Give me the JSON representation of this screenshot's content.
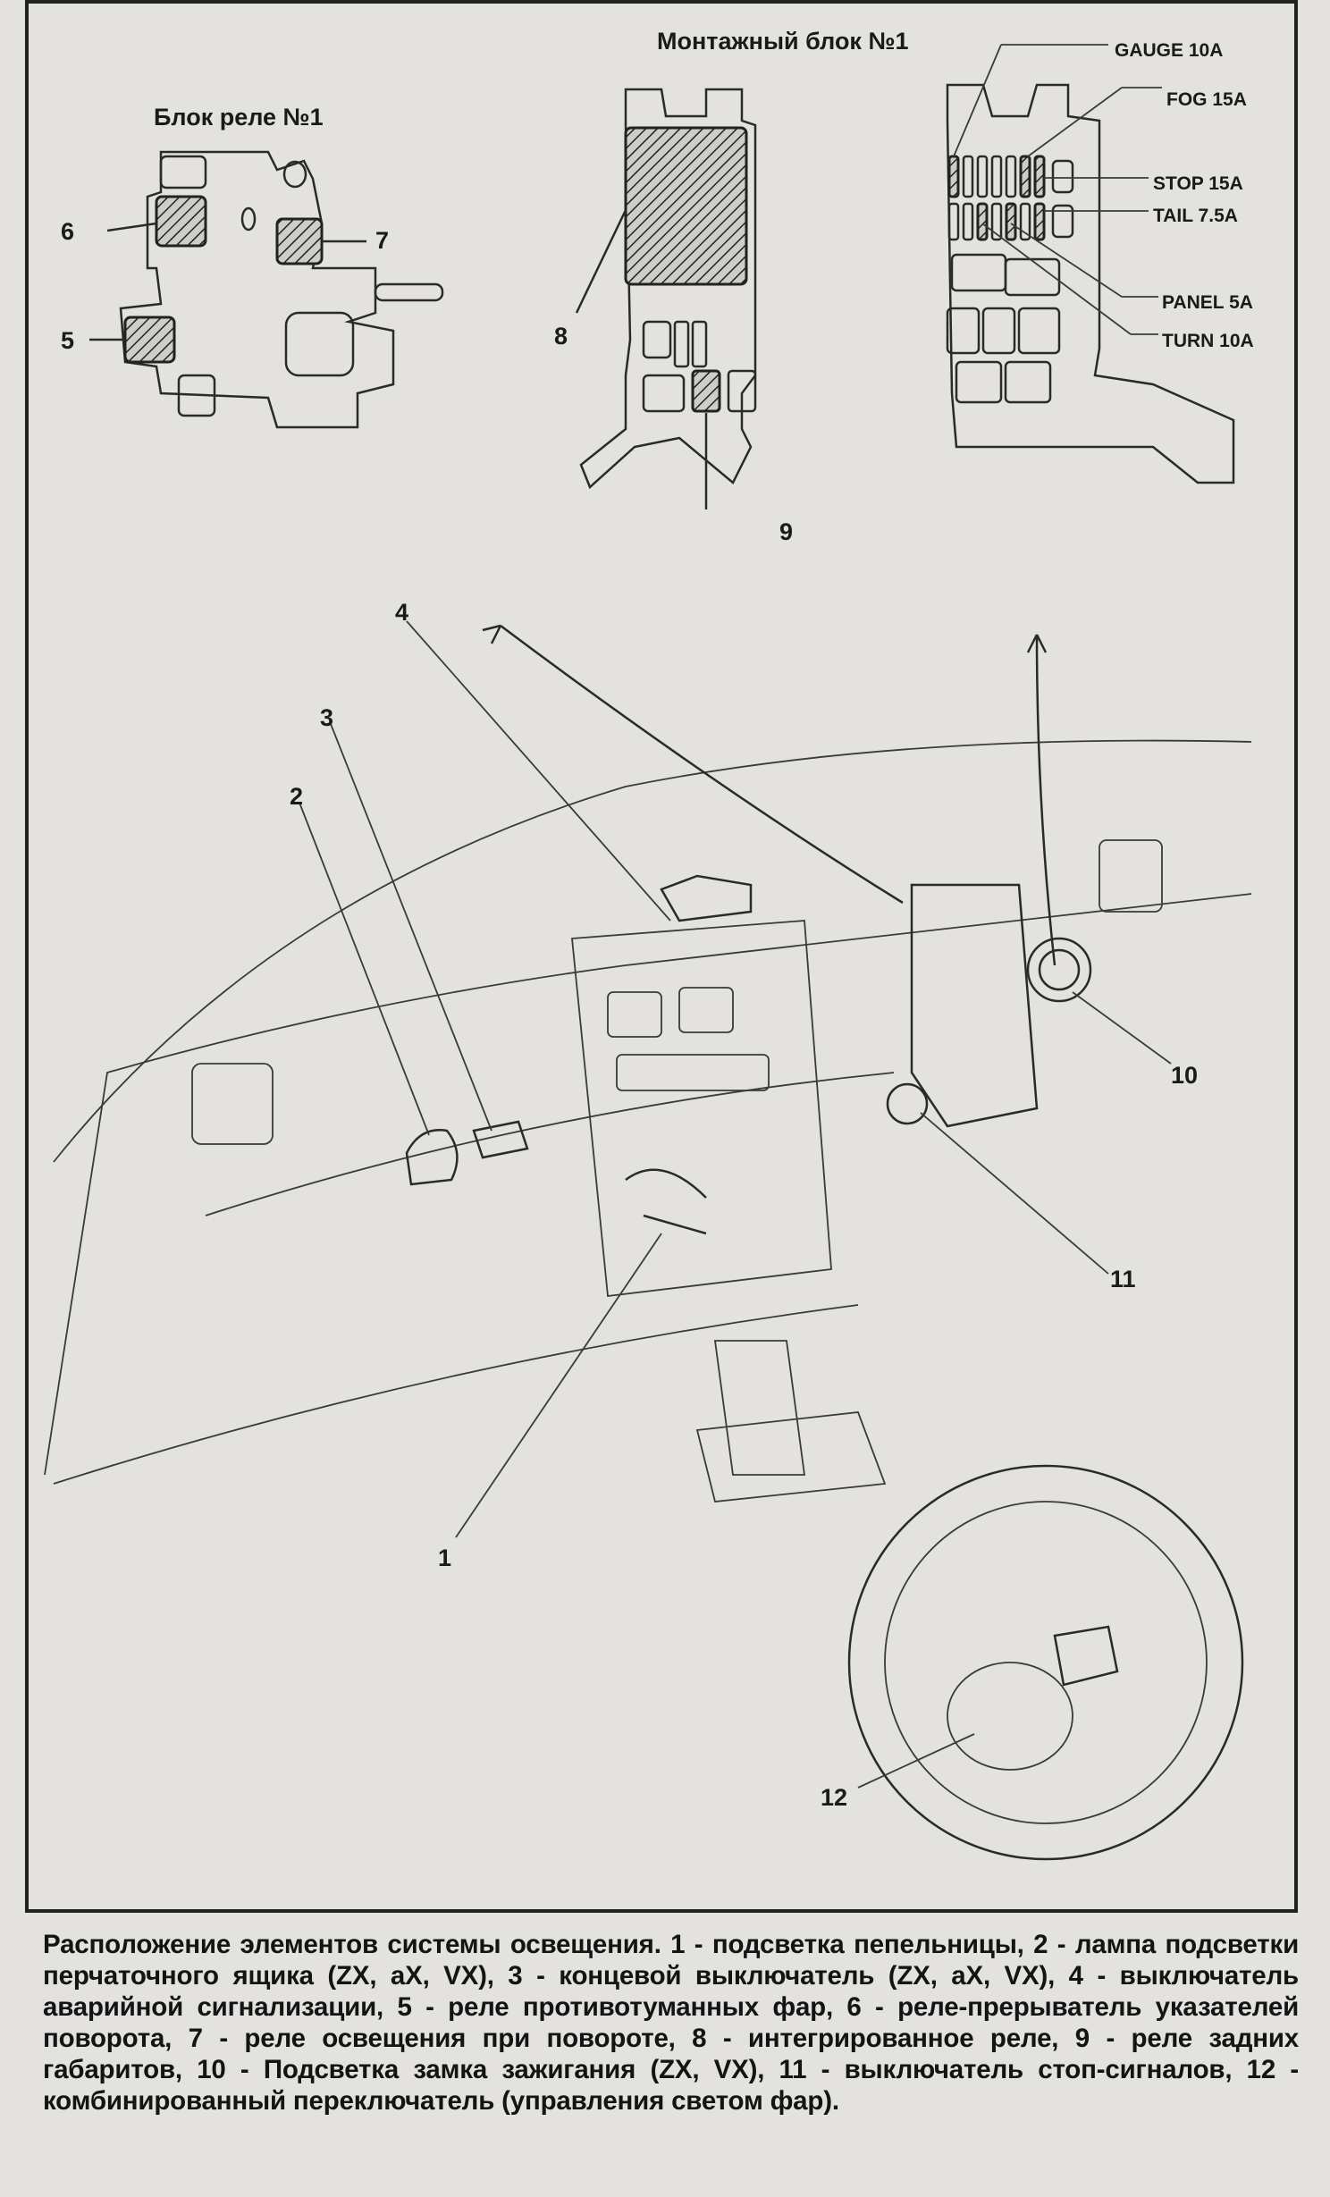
{
  "relay_block": {
    "title": "Блок реле №1",
    "callouts": [
      "5",
      "6",
      "7"
    ]
  },
  "junction_block": {
    "title": "Монтажный блок №1",
    "fuses": [
      "GAUGE 10A",
      "FOG 15A",
      "STOP 15A",
      "TAIL 7.5A",
      "PANEL 5A",
      "TURN 10A"
    ],
    "callouts": [
      "8",
      "9"
    ]
  },
  "dashboard": {
    "callouts": [
      "1",
      "2",
      "3",
      "4",
      "10",
      "11",
      "12"
    ]
  },
  "caption": "Расположение элементов системы освещения. 1 - подсветка пепельницы, 2 - лампа подсветки перчаточного ящика (ZX, aX, VX), 3 - концевой выключатель (ZX, aX, VX), 4 - выключатель аварийной сигнализации, 5 - реле противотуманных фар, 6 - реле-прерыватель указателей поворота, 7 - реле освещения при повороте, 8 - интегрированное реле, 9 - реле задних габаритов, 10 - Подсветка замка зажигания (ZX, VX), 11 - выключатель стоп-сигналов, 12 - комбинированный переключатель (управления светом фар)."
}
